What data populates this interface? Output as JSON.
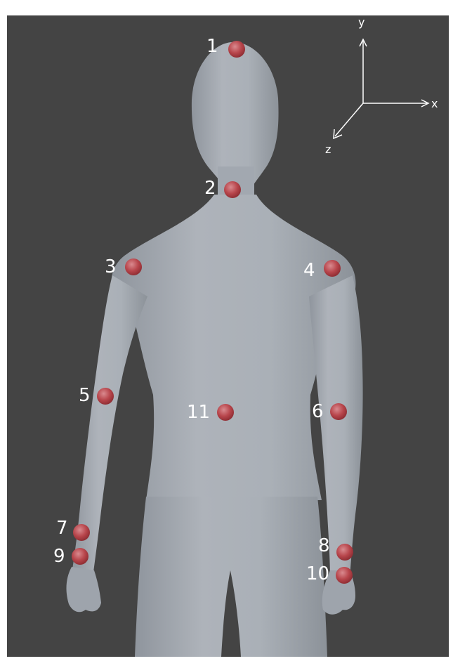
{
  "colors": {
    "background": "#444444",
    "body": "#a7adb5",
    "marker": "#b8464c",
    "label": "#ffffff"
  },
  "axes": {
    "x": "x",
    "y": "y",
    "z": "z"
  },
  "markers": [
    {
      "id": "1"
    },
    {
      "id": "2"
    },
    {
      "id": "3"
    },
    {
      "id": "4"
    },
    {
      "id": "5"
    },
    {
      "id": "6"
    },
    {
      "id": "7"
    },
    {
      "id": "8"
    },
    {
      "id": "9"
    },
    {
      "id": "10"
    },
    {
      "id": "11"
    }
  ]
}
